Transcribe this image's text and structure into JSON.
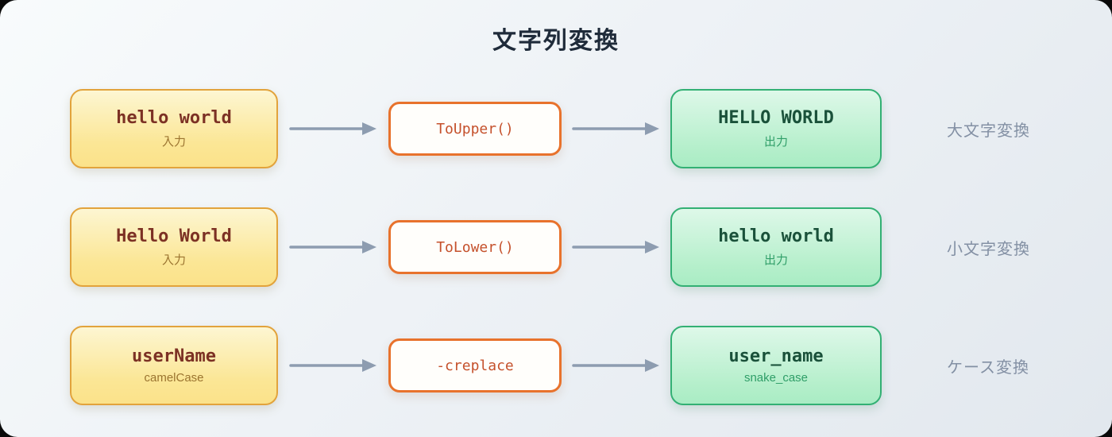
{
  "title": "文字列変換",
  "colors": {
    "canvas_gradient_start": "#f8fbfc",
    "canvas_gradient_end": "#e2e8ee",
    "input_border": "#e2a33c",
    "input_bg_top": "#fdf6d2",
    "input_bg_bottom": "#fbe28a",
    "input_text": "#7c3124",
    "input_sublabel": "#9b7430",
    "function_border": "#e8722c",
    "function_text": "#c5512c",
    "output_border": "#33b074",
    "output_bg_top": "#def8e9",
    "output_bg_bottom": "#a9ecc4",
    "output_text": "#1a513a",
    "output_sublabel": "#2f9e68",
    "arrow": "#8d9cb0",
    "title_text": "#1f2b3a",
    "row_label_text": "#8390a4"
  },
  "rows": [
    {
      "input": {
        "value": "hello world",
        "label": "入力"
      },
      "function": "ToUpper()",
      "output": {
        "value": "HELLO WORLD",
        "label": "出力"
      },
      "row_label": "大文字変換"
    },
    {
      "input": {
        "value": "Hello World",
        "label": "入力"
      },
      "function": "ToLower()",
      "output": {
        "value": "hello world",
        "label": "出力"
      },
      "row_label": "小文字変換"
    },
    {
      "input": {
        "value": "userName",
        "label": "camelCase"
      },
      "function": "-creplace",
      "output": {
        "value": "user_name",
        "label": "snake_case"
      },
      "row_label": "ケース変換"
    }
  ]
}
